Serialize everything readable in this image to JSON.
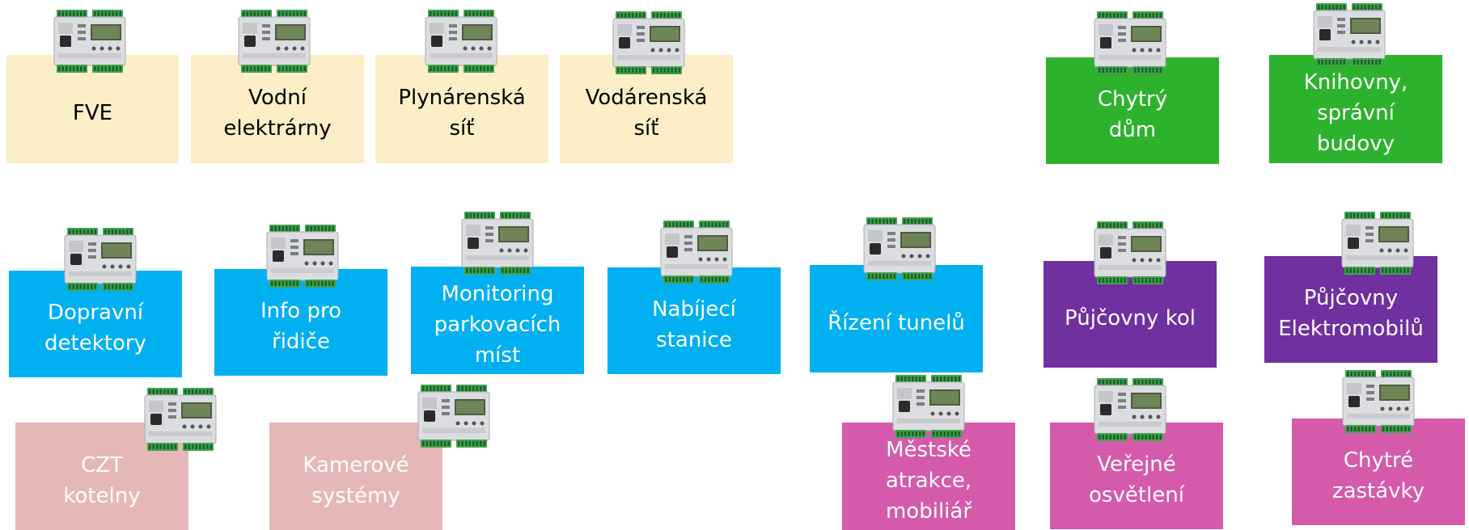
{
  "colors": {
    "energy": "#FCEFC7",
    "building": "#2DB22D",
    "transport": "#00B0F0",
    "rental": "#7030A0",
    "city": "#D55AAB",
    "heating": "#E6B7B7",
    "controller_body": "#DCDDE0",
    "controller_terminal": "#3FA34D"
  },
  "tiles": [
    {
      "id": "fve",
      "label": "FVE",
      "fill": "#FCEFC7",
      "text": "#000000"
    },
    {
      "id": "vodni-elektrarny",
      "label": "Vodní\nelektrárny",
      "fill": "#FCEFC7",
      "text": "#000000"
    },
    {
      "id": "plynarenska-sit",
      "label": "Plynárenská\nsíť",
      "fill": "#FCEFC7",
      "text": "#000000"
    },
    {
      "id": "vodarenska-sit",
      "label": "Vodárenská\nsíť",
      "fill": "#FCEFC7",
      "text": "#000000"
    },
    {
      "id": "chytry-dum",
      "label": "Chytrý\ndům",
      "fill": "#2DB22D",
      "text": "#ffffff"
    },
    {
      "id": "knihovny",
      "label": "Knihovny,\nsprávní\nbudovy",
      "fill": "#2DB22D",
      "text": "#ffffff"
    },
    {
      "id": "dopravni-detektory",
      "label": "Dopravní\ndetektory",
      "fill": "#00B0F0",
      "text": "#ffffff"
    },
    {
      "id": "info-pro-ridice",
      "label": "Info pro\nřidiče",
      "fill": "#00B0F0",
      "text": "#ffffff"
    },
    {
      "id": "monitoring-parkovacich-mist",
      "label": "Monitoring\nparkovacích\nmíst",
      "fill": "#00B0F0",
      "text": "#ffffff"
    },
    {
      "id": "nabijeci-stanice",
      "label": "Nabíjecí\nstanice",
      "fill": "#00B0F0",
      "text": "#ffffff"
    },
    {
      "id": "rizeni-tunelu",
      "label": "Řízení tunelů",
      "fill": "#00B0F0",
      "text": "#ffffff"
    },
    {
      "id": "pujcovny-kol",
      "label": "Půjčovny kol",
      "fill": "#7030A0",
      "text": "#ffffff"
    },
    {
      "id": "pujcovny-elektromobilu",
      "label": "Půjčovny\nElektromobilů",
      "fill": "#7030A0",
      "text": "#ffffff"
    },
    {
      "id": "czt-kotelny",
      "label": "CZT\nkotelny",
      "fill": "#E6B7B7",
      "text": "#ffffff"
    },
    {
      "id": "kamerove-systemy",
      "label": "Kamerové\nsystémy",
      "fill": "#E6B7B7",
      "text": "#ffffff"
    },
    {
      "id": "mestske-atrakce",
      "label": "Městské\natrakce,\nmobiliář",
      "fill": "#D55AAB",
      "text": "#ffffff"
    },
    {
      "id": "verejne-osvetleni",
      "label": "Veřejné\nosvětlení",
      "fill": "#D55AAB",
      "text": "#ffffff"
    },
    {
      "id": "chytre-zastavky",
      "label": "Chytré\nzastávky",
      "fill": "#D55AAB",
      "text": "#ffffff"
    }
  ],
  "controller_icon": "plc-controller-icon"
}
